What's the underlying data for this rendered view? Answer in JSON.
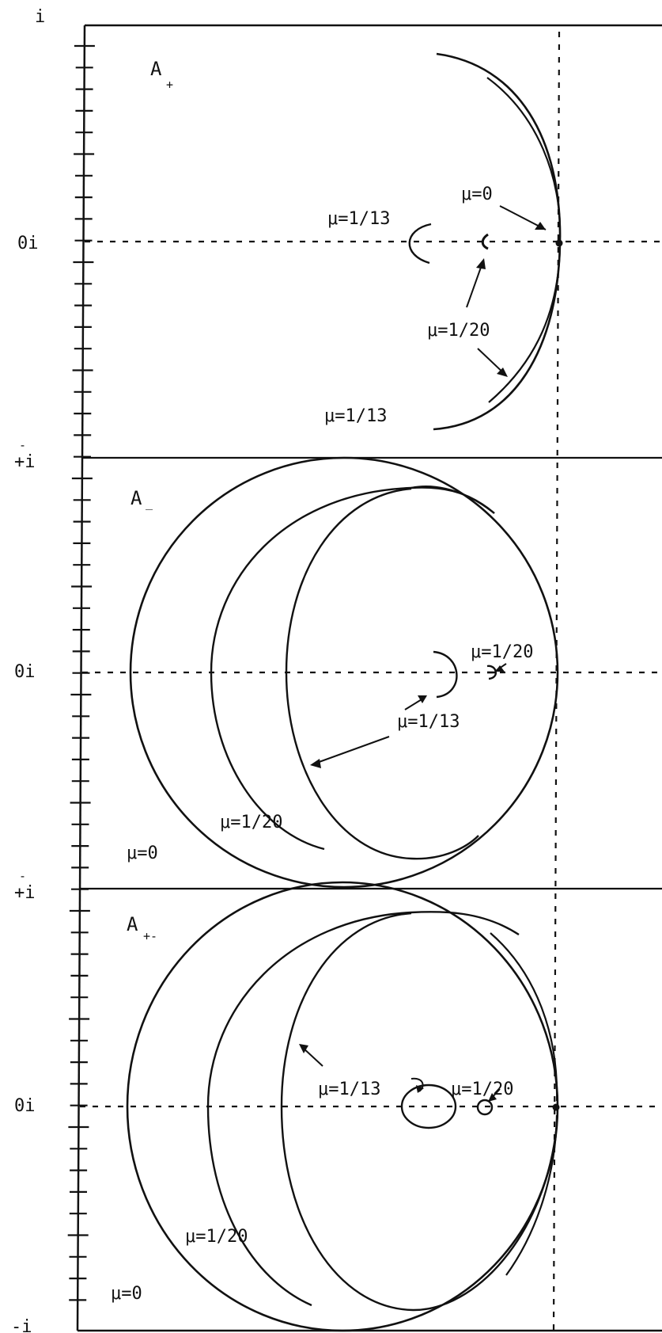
{
  "axis": {
    "top_label": "i",
    "bottom_label": "-i",
    "divider_label": "+i",
    "divider_label_alt": "-",
    "center_label": "0i"
  },
  "panels": [
    {
      "id": "a-plus",
      "title": "A",
      "title_sub": "+",
      "labels": [
        "μ=0",
        "μ=1/13",
        "μ=1/20",
        "μ=1/13"
      ]
    },
    {
      "id": "a-minus",
      "title": "A",
      "title_sub": "_",
      "labels": [
        "μ=1/20",
        "μ=1/13",
        "μ=1/20",
        "μ=0"
      ]
    },
    {
      "id": "a-plus-minus",
      "title": "A",
      "title_sub": "+-",
      "labels": [
        "μ=1/13",
        "μ=1/20",
        "μ=1/20",
        "μ=0"
      ]
    }
  ],
  "colors": {
    "ink": "#111111",
    "background": "#ffffff"
  }
}
